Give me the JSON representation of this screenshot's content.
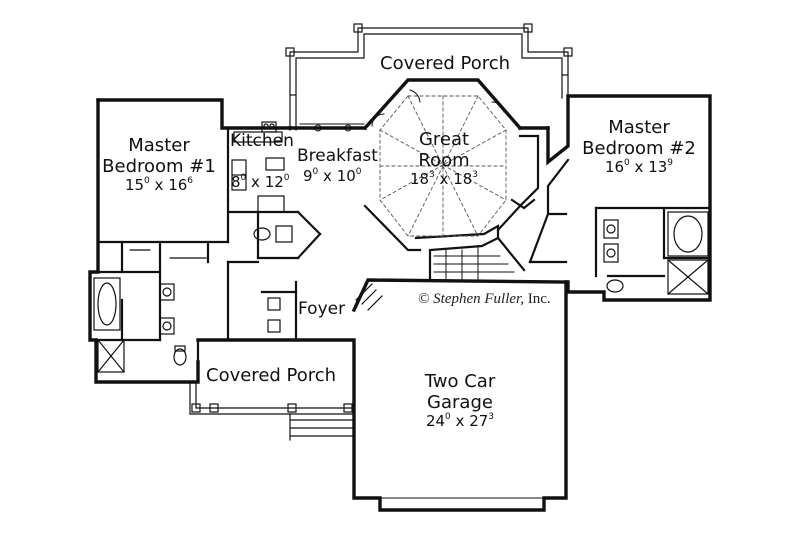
{
  "rooms": {
    "covered_porch_top": {
      "name": "Covered Porch"
    },
    "great_room": {
      "name_line1": "Great",
      "name_line2": "Room",
      "dim_a": "18",
      "sup_a": "3",
      "dim_b": "18",
      "sup_b": "3"
    },
    "kitchen": {
      "name": "Kitchen",
      "dim_a": "8",
      "sup_a": "0",
      "dim_b": "12",
      "sup_b": "0"
    },
    "breakfast": {
      "name": "Breakfast",
      "dim_a": "9",
      "sup_a": "0",
      "dim_b": "10",
      "sup_b": "0"
    },
    "master_bedroom_1": {
      "name_line1": "Master",
      "name_line2": "Bedroom #1",
      "dim_a": "15",
      "sup_a": "0",
      "dim_b": "16",
      "sup_b": "6"
    },
    "master_bedroom_2": {
      "name_line1": "Master",
      "name_line2": "Bedroom #2",
      "dim_a": "16",
      "sup_a": "0",
      "dim_b": "13",
      "sup_b": "9"
    },
    "foyer": {
      "name": "Foyer"
    },
    "covered_porch_front": {
      "name": "Covered Porch"
    },
    "garage": {
      "name_line1": "Two Car",
      "name_line2": "Garage",
      "dim_a": "24",
      "sup_a": "0",
      "dim_b": "27",
      "sup_b": "3"
    }
  },
  "dim_separator": " x ",
  "copyright": {
    "symbol": "©",
    "name": "Stephen Fuller,",
    "suffix": "Inc."
  },
  "colors": {
    "wall": "#111111",
    "line": "#333333",
    "background": "#ffffff"
  }
}
